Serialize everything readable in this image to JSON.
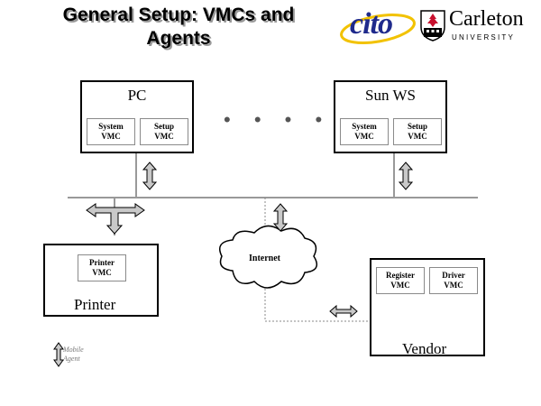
{
  "title": {
    "line1": "General Setup: VMCs and",
    "line2": "Agents"
  },
  "logos": {
    "cito": {
      "text": "cito",
      "icon": "cito-logo-icon",
      "color": "#1f2a8c",
      "accent": "#f2c200"
    },
    "carleton": {
      "name": "Carleton",
      "sub": "UNIVERSITY",
      "icon": "carleton-crest-icon"
    }
  },
  "nodes": {
    "pc": {
      "label": "PC",
      "vmcs": [
        {
          "line1": "System",
          "line2": "VMC"
        },
        {
          "line1": "Setup",
          "line2": "VMC"
        }
      ]
    },
    "sun": {
      "label": "Sun WS",
      "vmcs": [
        {
          "line1": "System",
          "line2": "VMC"
        },
        {
          "line1": "Setup",
          "line2": "VMC"
        }
      ]
    },
    "printer": {
      "label": "Printer",
      "vmcs": [
        {
          "line1": "Printer",
          "line2": "VMC"
        }
      ]
    },
    "vendor": {
      "label": "Vendor",
      "vmcs": [
        {
          "line1": "Register",
          "line2": "VMC"
        },
        {
          "line1": "Driver",
          "line2": "VMC"
        }
      ]
    }
  },
  "ellipsis": "• • • • •",
  "internet": {
    "label": "Internet"
  },
  "legend": {
    "line1": "Mobile",
    "line2": "Agent",
    "icon": "mobile-agent-arrow-icon"
  }
}
